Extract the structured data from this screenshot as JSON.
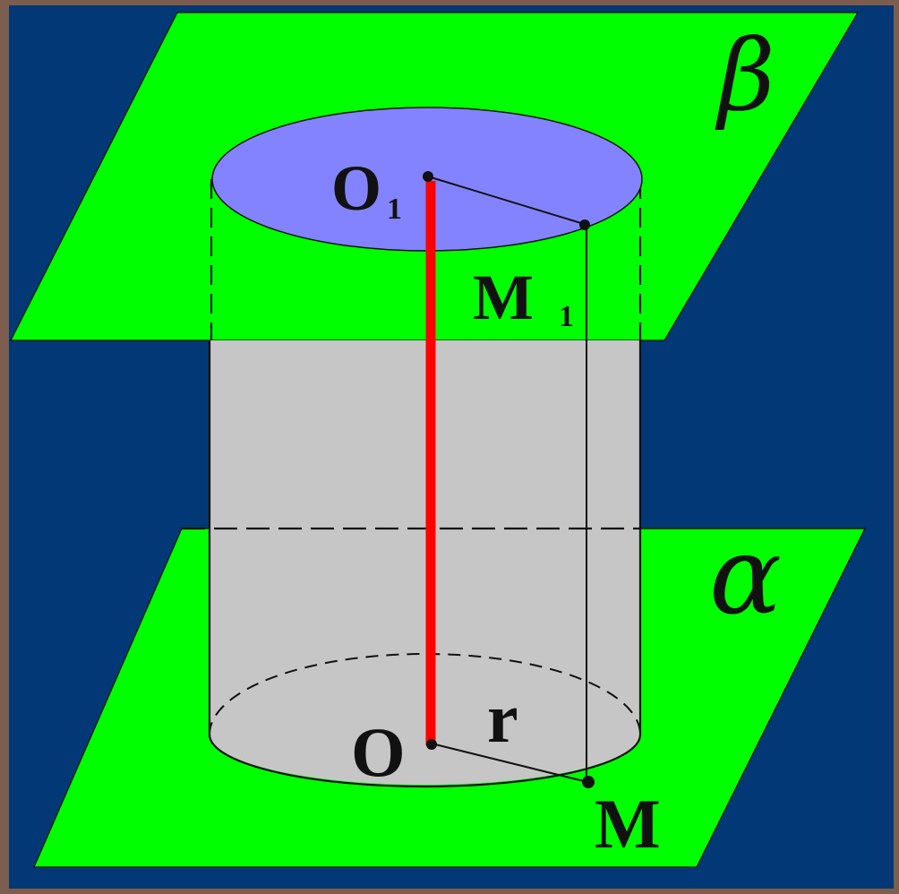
{
  "colors": {
    "frame": "#7d5d4d",
    "background": "#033876",
    "plane": "#00ff00",
    "cylinder_side": "#c6c6c6",
    "top_base": "#8383ff",
    "axis": "#ff0000",
    "line": "#111111"
  },
  "labels": {
    "beta": "β",
    "alpha": "α",
    "o1_letter": "O",
    "o1_sub": "1",
    "m1_letter": "M",
    "m1_sub": "1",
    "o": "O",
    "r": "r",
    "m": "M"
  }
}
